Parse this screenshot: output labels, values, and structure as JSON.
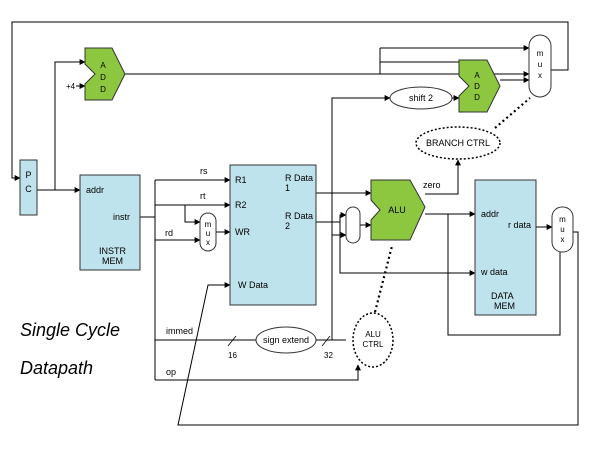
{
  "colors": {
    "block_fill": "#bfe3ec",
    "alu_fill": "#8dc63f",
    "wire": "#000000"
  },
  "title": {
    "line1": "Single Cycle",
    "line2": "Datapath"
  },
  "pc": {
    "letters": [
      "P",
      "C"
    ]
  },
  "add_top": {
    "letters": [
      "A",
      "D",
      "D"
    ],
    "const_label": "+4"
  },
  "add_branch": {
    "letters": [
      "A",
      "D",
      "D"
    ]
  },
  "mux_top": {
    "letters": [
      "m",
      "u",
      "x"
    ]
  },
  "mux_rd": {
    "letters": [
      "m",
      "u",
      "x"
    ]
  },
  "mux_out": {
    "letters": [
      "m",
      "u",
      "x"
    ]
  },
  "shift2": {
    "label": "shift 2"
  },
  "branch_ctrl": {
    "label": "BRANCH CTRL"
  },
  "instr_mem": {
    "addr": "addr",
    "instr": "instr",
    "name1": "INSTR",
    "name2": "MEM"
  },
  "regfile": {
    "r1": "R1",
    "r2": "R2",
    "wr": "WR",
    "wdata": "W Data",
    "rdata1_a": "R Data",
    "rdata1_b": "1",
    "rdata2_a": "R Data",
    "rdata2_b": "2"
  },
  "fields": {
    "rs": "rs",
    "rt": "rt",
    "rd": "rd",
    "immed": "immed",
    "op": "op"
  },
  "alu": {
    "label": "ALU",
    "zero": "zero"
  },
  "alu_ctrl": {
    "line1": "ALU",
    "line2": "CTRL"
  },
  "sign_extend": {
    "label": "sign extend",
    "in_width": "16",
    "out_width": "32"
  },
  "data_mem": {
    "addr": "addr",
    "rdata": "r data",
    "wdata": "w data",
    "name1": "DATA",
    "name2": "MEM"
  }
}
